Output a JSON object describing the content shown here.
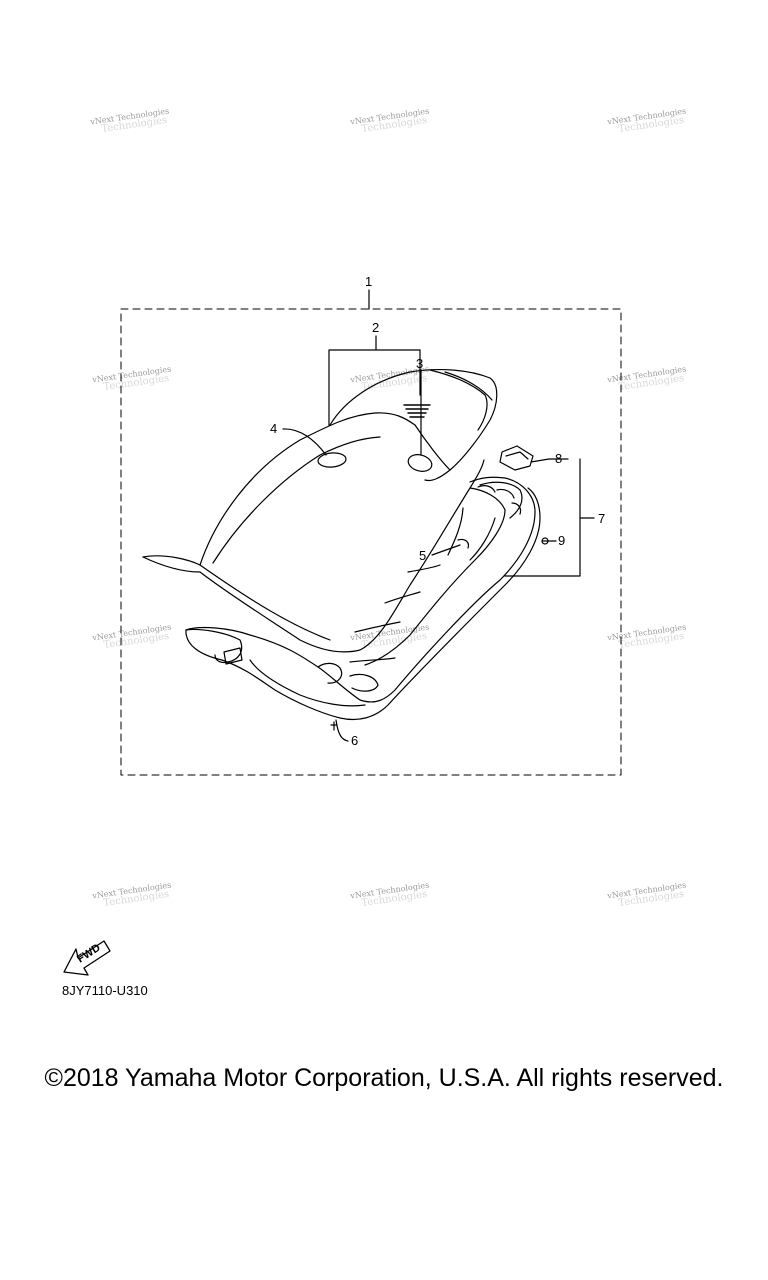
{
  "watermark": {
    "text": "vNext Technologies",
    "shadow_text": "Technologies"
  },
  "callouts": [
    "1",
    "2",
    "3",
    "4",
    "5",
    "6",
    "7",
    "8",
    "9"
  ],
  "fwd_label": "FWD",
  "diagram_code": "8JY7110-U310",
  "copyright": "©2018 Yamaha Motor Corporation, U.S.A. All rights reserved."
}
